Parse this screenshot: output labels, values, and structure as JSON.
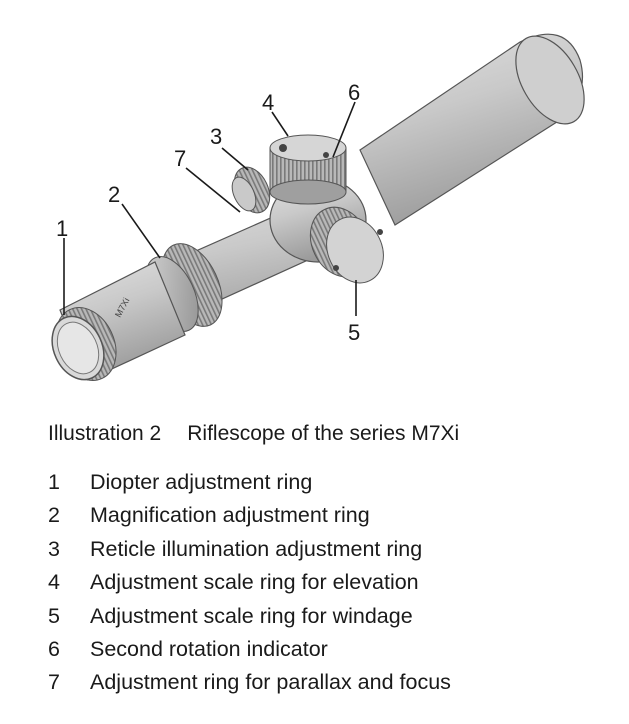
{
  "figure": {
    "callouts": [
      "1",
      "2",
      "3",
      "4",
      "5",
      "6",
      "7"
    ]
  },
  "caption": {
    "label": "Illustration 2",
    "title": "Riflescope of the series M7Xi"
  },
  "legend": [
    {
      "number": "1",
      "text": "Diopter adjustment ring"
    },
    {
      "number": "2",
      "text": "Magnification adjustment ring"
    },
    {
      "number": "3",
      "text": "Reticle illumination adjustment ring"
    },
    {
      "number": "4",
      "text": "Adjustment scale ring for elevation"
    },
    {
      "number": "5",
      "text": "Adjustment scale ring for windage"
    },
    {
      "number": "6",
      "text": "Second rotation indicator"
    },
    {
      "number": "7",
      "text": "Adjustment ring for parallax and focus"
    }
  ],
  "product_marking": "M7Xi"
}
